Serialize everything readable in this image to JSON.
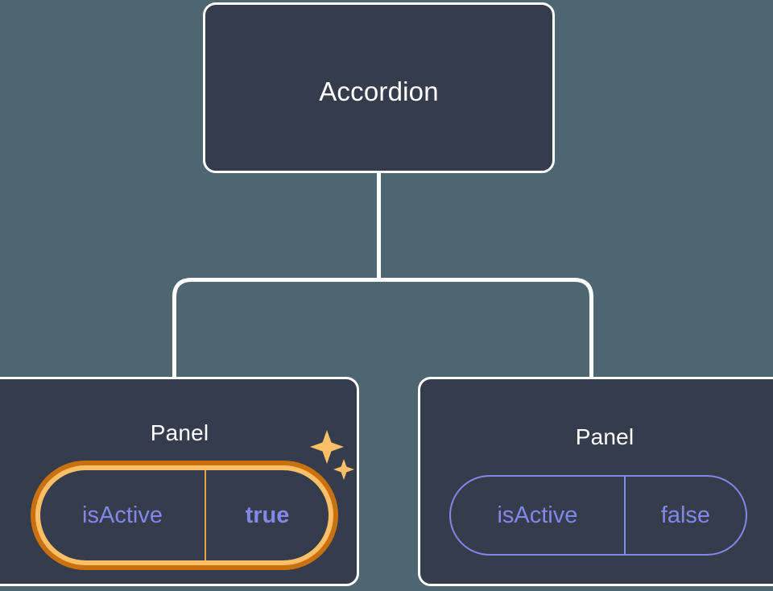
{
  "canvas": {
    "background_color": "#4d6670",
    "node_fill": "#353d4d",
    "node_border": "#ffffff",
    "edge_color": "#ffffff",
    "accent_indigo": "#8287e8",
    "accent_amber": "#fbbf68",
    "accent_amber_dark": "#c9700f"
  },
  "tree": {
    "root": {
      "label": "Accordion"
    },
    "children": [
      {
        "label": "Panel",
        "highlighted": true,
        "prop": {
          "key": "isActive",
          "value": "true",
          "value_bold": true
        },
        "sparkle_icon": "sparkles-icon"
      },
      {
        "label": "Panel",
        "highlighted": false,
        "prop": {
          "key": "isActive",
          "value": "false",
          "value_bold": false
        }
      }
    ]
  }
}
